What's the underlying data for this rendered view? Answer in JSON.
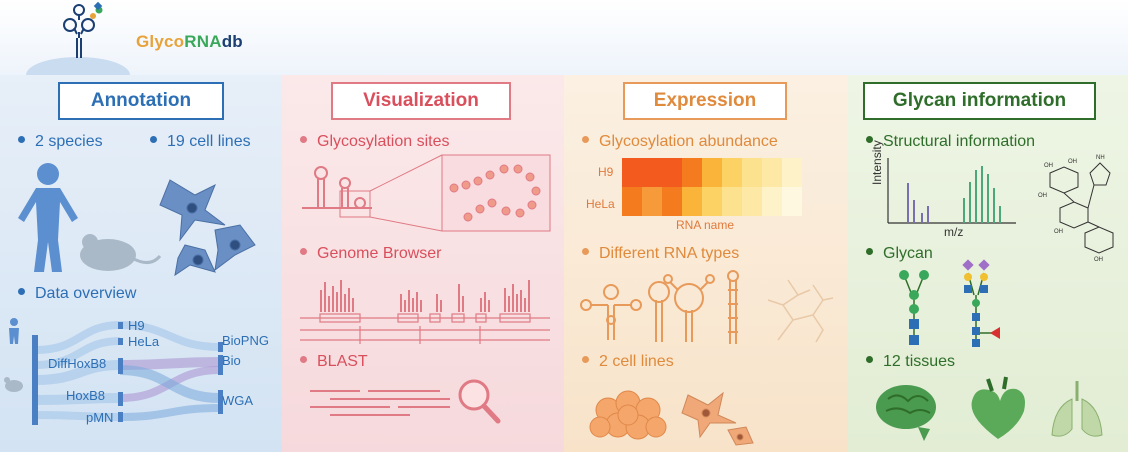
{
  "header": {
    "logo": {
      "part1": "Glyco",
      "part2": "RNA",
      "part3": "db"
    }
  },
  "colors": {
    "annotation": "#2d6fb5",
    "visualization": "#d94f5c",
    "expression": "#e08a3c",
    "glycan": "#2f6e2a"
  },
  "annotation": {
    "title": "Annotation",
    "species": "2 species",
    "cell_lines": "19 cell lines",
    "data_overview": "Data overview",
    "sankey": {
      "h9": "H9",
      "hela": "HeLa",
      "diffhoxb8": "DiffHoxB8",
      "hoxb8": "HoxB8",
      "pmn": "pMN",
      "biopng": "BioPNG",
      "bio": "Bio",
      "wga": "WGA"
    }
  },
  "visualization": {
    "title": "Visualization",
    "glyco_sites": "Glycosylation sites",
    "genome_browser": "Genome Browser",
    "blast": "BLAST"
  },
  "expression": {
    "title": "Expression",
    "abundance": "Glycosylation abundance",
    "heatmap": {
      "row_labels": [
        "H9",
        "HeLa"
      ],
      "xlabel": "RNA name"
    },
    "rna_types": "Different RNA types",
    "two_cell_lines": "2 cell lines"
  },
  "glycan": {
    "title": "Glycan information",
    "structural": "Structural information",
    "ylabel": "Intensity",
    "xlabel": "m/z",
    "glycan_label": "Glycan",
    "tissues": "12 tissues"
  }
}
